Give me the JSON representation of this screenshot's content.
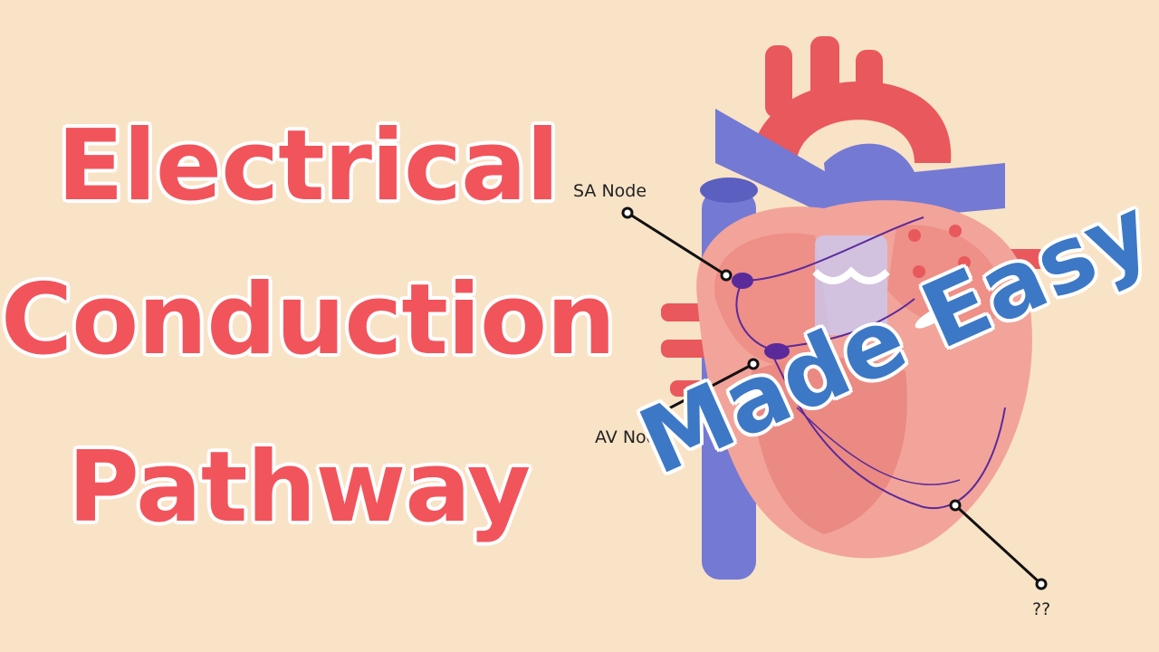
{
  "title": {
    "line1": "Electrical",
    "line2": "Conduction",
    "line3": "Pathway"
  },
  "subtitle": "Made Easy",
  "labels": {
    "sa_node": "SA Node",
    "av_node": "AV Node",
    "unknown": "??"
  },
  "colors": {
    "background": "#f9e3c7",
    "title": "#f2545b",
    "subtitle": "#3d78c6",
    "artery": "#e9585c",
    "vein": "#7479d4",
    "muscle": "#f2a49a",
    "conduction": "#5a2a9a"
  }
}
